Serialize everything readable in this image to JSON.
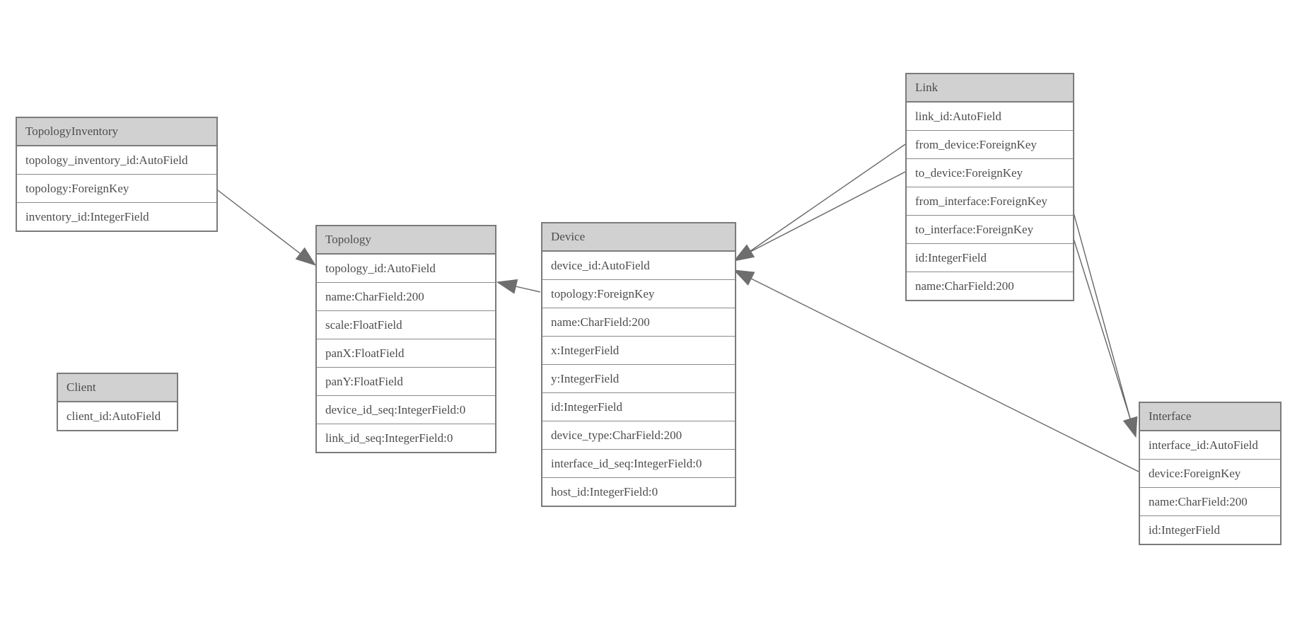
{
  "diagram": {
    "background_color": "#ffffff",
    "header_fill_color": "#d1d1d1",
    "border_color": "#7b7b7b",
    "text_color": "#4d4d4d",
    "edge_color": "#666666",
    "arrowhead_color": "#6e6e6e",
    "entities": [
      {
        "title": "TopologyInventory",
        "fields": [
          "topology_inventory_id:AutoField",
          "topology:ForeignKey",
          "inventory_id:IntegerField"
        ]
      },
      {
        "title": "Topology",
        "fields": [
          "topology_id:AutoField",
          "name:CharField:200",
          "scale:FloatField",
          "panX:FloatField",
          "panY:FloatField",
          "device_id_seq:IntegerField:0",
          "link_id_seq:IntegerField:0"
        ]
      },
      {
        "title": "Client",
        "fields": [
          "client_id:AutoField"
        ]
      },
      {
        "title": "Device",
        "fields": [
          "device_id:AutoField",
          "topology:ForeignKey",
          "name:CharField:200",
          "x:IntegerField",
          "y:IntegerField",
          "id:IntegerField",
          "device_type:CharField:200",
          "interface_id_seq:IntegerField:0",
          "host_id:IntegerField:0"
        ]
      },
      {
        "title": "Link",
        "fields": [
          "link_id:AutoField",
          "from_device:ForeignKey",
          "to_device:ForeignKey",
          "from_interface:ForeignKey",
          "to_interface:ForeignKey",
          "id:IntegerField",
          "name:CharField:200"
        ]
      },
      {
        "title": "Interface",
        "fields": [
          "interface_id:AutoField",
          "device:ForeignKey",
          "name:CharField:200",
          "id:IntegerField"
        ]
      }
    ],
    "relationships": [
      {
        "from": "TopologyInventory.topology",
        "to": "Topology"
      },
      {
        "from": "Device.topology",
        "to": "Topology"
      },
      {
        "from": "Link.from_device",
        "to": "Device"
      },
      {
        "from": "Link.to_device",
        "to": "Device"
      },
      {
        "from": "Link.from_interface",
        "to": "Interface"
      },
      {
        "from": "Link.to_interface",
        "to": "Interface"
      },
      {
        "from": "Interface.device",
        "to": "Device"
      }
    ]
  }
}
